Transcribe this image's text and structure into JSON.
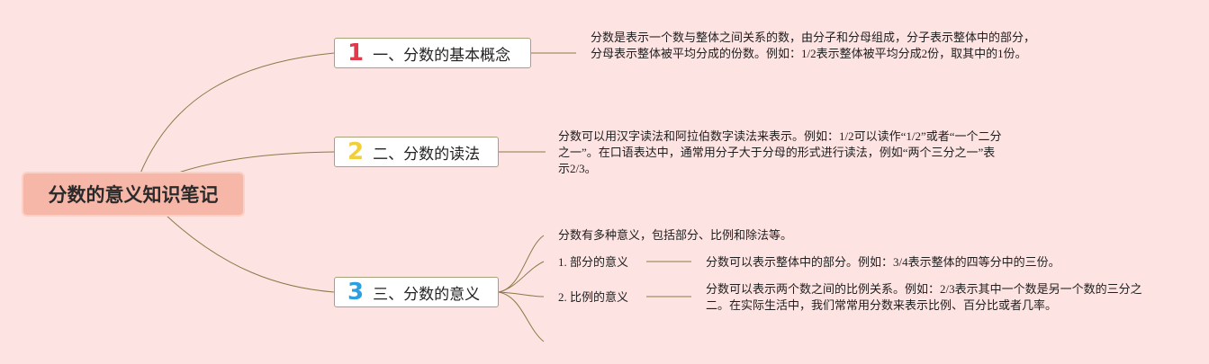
{
  "root": {
    "title": "分数的意义知识笔记"
  },
  "topics": [
    {
      "number": "1",
      "number_color": "#e23a4a",
      "label": "一、分数的基本概念",
      "description": "分数是表示一个数与整体之间关系的数，由分子和分母组成，分子表示整体中的部分，分母表示整体被平均分成的份数。例如：1/2表示整体被平均分成2份，取其中的1份。"
    },
    {
      "number": "2",
      "number_color": "#f2cf3a",
      "label": "二、分数的读法",
      "description": "分数可以用汉字读法和阿拉伯数字读法来表示。例如：1/2可以读作“1/2”或者“一个二分之一”。在口语表达中，通常用分子大于分母的形式进行读法，例如“两个三分之一”表示2/3。"
    },
    {
      "number": "3",
      "number_color": "#2f9ee0",
      "label": "三、分数的意义",
      "description": "分数有多种意义，包括部分、比例和除法等。",
      "subitems": [
        {
          "label": "1. 部分的意义",
          "text": "分数可以表示整体中的部分。例如：3/4表示整体的四等分中的三份。"
        },
        {
          "label": "2. 比例的意义",
          "text": "分数可以表示两个数之间的比例关系。例如：2/3表示其中一个数是另一个数的三分之二。在实际生活中，我们常常用分数来表示比例、百分比或者几率。"
        }
      ]
    }
  ],
  "colors": {
    "background": "#fde3e1",
    "root_fill": "#f7b7a8",
    "connector": "#8a7a48"
  }
}
